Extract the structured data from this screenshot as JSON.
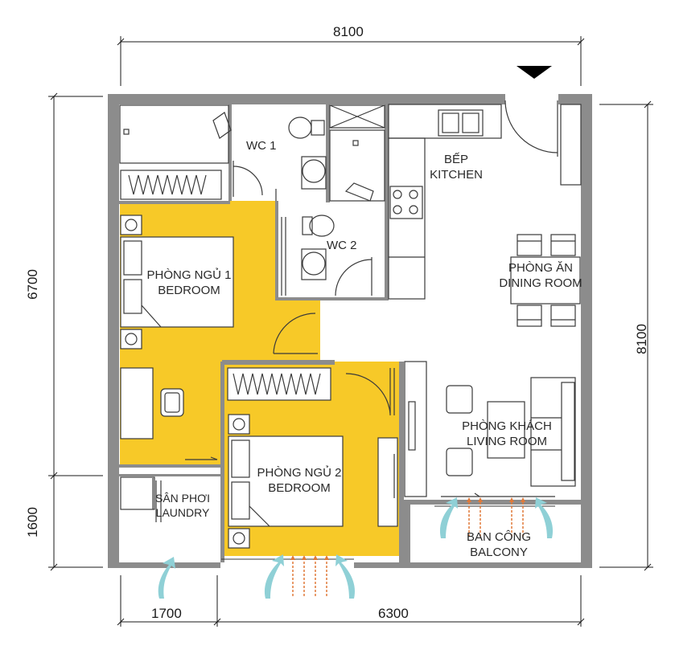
{
  "dimensions": {
    "top_total": "8100",
    "right_total": "8100",
    "left_upper": "6700",
    "left_lower": "1600",
    "bottom_left": "1700",
    "bottom_right": "6300"
  },
  "rooms": {
    "wc1": "WC 1",
    "wc2": "WC 2",
    "kitchen_vi": "BẾP",
    "kitchen_en": "KITCHEN",
    "bedroom1_vi": "PHÒNG NGỦ 1",
    "bedroom1_en": "BEDROOM",
    "dining_vi": "PHÒNG ĂN",
    "dining_en": "DINING ROOM",
    "living_vi": "PHÒNG KHÁCH",
    "living_en": "LIVING ROOM",
    "bedroom2_vi": "PHÒNG NGỦ 2",
    "bedroom2_en": "BEDROOM",
    "laundry_vi": "SÂN PHƠI",
    "laundry_en": "LAUNDRY",
    "balcony_vi": "BAN CÔNG",
    "balcony_en": "BALCONY"
  },
  "colors": {
    "wall": "#8c8c8c",
    "bedroom_fill": "#f7c928",
    "airflow_arrow": "#8fd0d6",
    "sun_arrow": "#e07a3a",
    "line": "#3a3a3a"
  },
  "icons": {
    "entrance": "entrance-triangle-icon"
  }
}
